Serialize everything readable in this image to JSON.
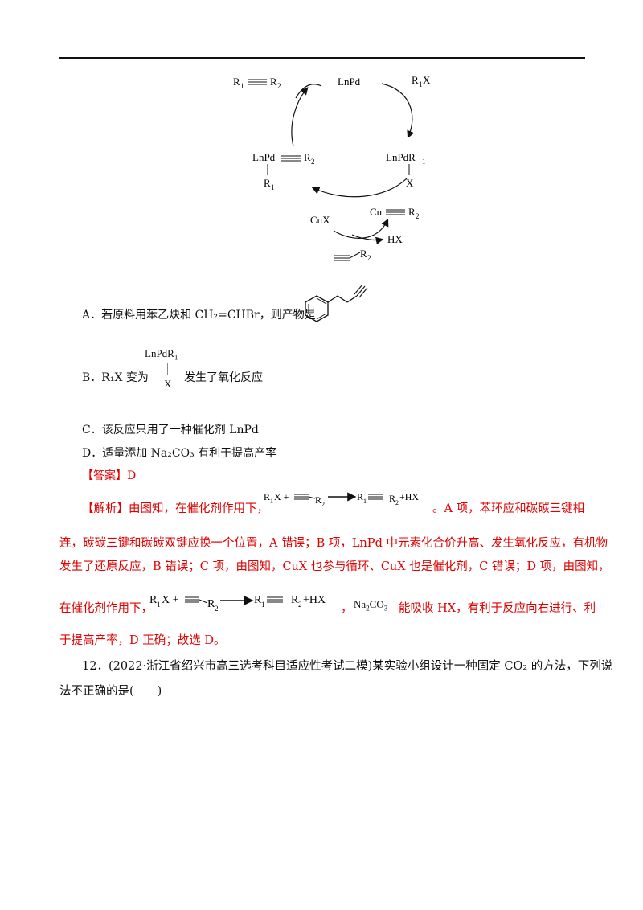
{
  "diagram": {
    "top_product": [
      "R",
      "1",
      "R",
      "2"
    ],
    "lnpd": "LnPd",
    "r1x": [
      "R",
      "1",
      "X"
    ],
    "left_complex": [
      "LnPd",
      "R",
      "2",
      "R",
      "1"
    ],
    "right_complex": [
      "LnPdR",
      "1",
      "X"
    ],
    "cux": "CuX",
    "cu_acetylide": [
      "Cu",
      "R",
      "2"
    ],
    "hx": "HX",
    "alkyne": [
      "R",
      "2"
    ]
  },
  "options": {
    "a": "A．若原料用苯乙炔和 CH₂=CHBr，则产物是",
    "b_prefix": "B．R₁X 变为",
    "b_struct_top": "LnPdR",
    "b_struct_sub": "1",
    "b_struct_bottom": "X",
    "b_suffix": "发生了氧化反应",
    "c": "C．该反应只用了一种催化剂 LnPd",
    "d": "D．适量添加 Na₂CO₃ 有利于提高产率"
  },
  "answer": {
    "label": "【答案】",
    "value": "D"
  },
  "analysis": {
    "label": "【解析】",
    "line1_pre": "由图知，在催化剂作用下，",
    "line1_post": "。A 项，苯环应和碳碳三键相",
    "line2": "连，碳碳三键和碳碳双键应换一个位置，A 错误；B 项，LnPd 中元素化合价升高、发生氧化反应，有机物",
    "line3": "发生了还原反应，B 错误；C 项，由图知，CuX 也参与循环、CuX 也是催化剂，C 错误；D 项，由图知，",
    "line4_pre": "在催化剂作用下，",
    "line4_mid": "，",
    "na2co3": [
      "Na",
      "2",
      "CO",
      "3"
    ],
    "line4_post": "能吸收 HX，有利于反应向右进行、利",
    "line5": "于提高产率，D 正确；故选 D。",
    "eq1": [
      "R",
      "1",
      "X +",
      "R",
      "2",
      "R",
      "1",
      "R",
      "2",
      "+HX"
    ],
    "eq2": [
      "R",
      "1",
      "X +",
      "R",
      "2",
      "R",
      "1",
      "R",
      "2",
      "+HX"
    ]
  },
  "question12": {
    "line1": "12．(2022·浙江省绍兴市高三选考科目适应性考试二模)某实验小组设计一种固定 CO₂ 的方法，下列说",
    "line2": "法不正确的是(　　)"
  }
}
